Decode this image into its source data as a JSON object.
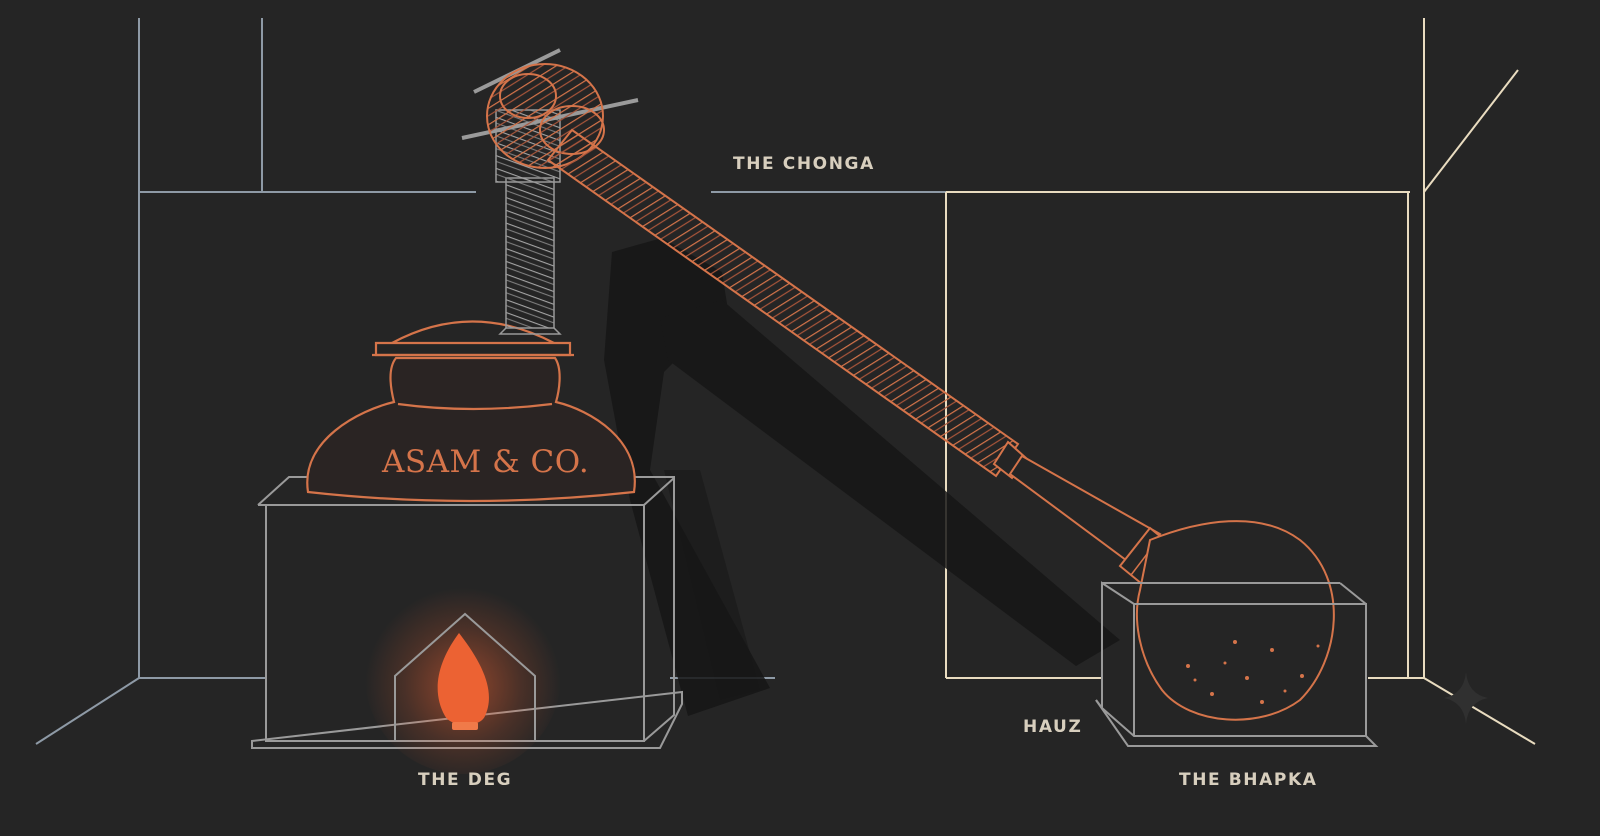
{
  "labels": {
    "chonga": "THE CHONGA",
    "hauz": "HAUZ",
    "deg": "THE DEG",
    "bhapka": "THE BHAPKA"
  },
  "brand": {
    "name": "ASAM & CO."
  },
  "colors": {
    "background": "#252525",
    "room_left": "#8e9aa6",
    "room_right": "#e9dcc0",
    "copper": "#d5744a",
    "steel": "#9a9a9a",
    "flame": "#ec6233",
    "label": "#d8cfbe",
    "shadow": "#161616"
  },
  "icons": {
    "flame": "flame-icon",
    "sparkle": "sparkle-icon"
  }
}
